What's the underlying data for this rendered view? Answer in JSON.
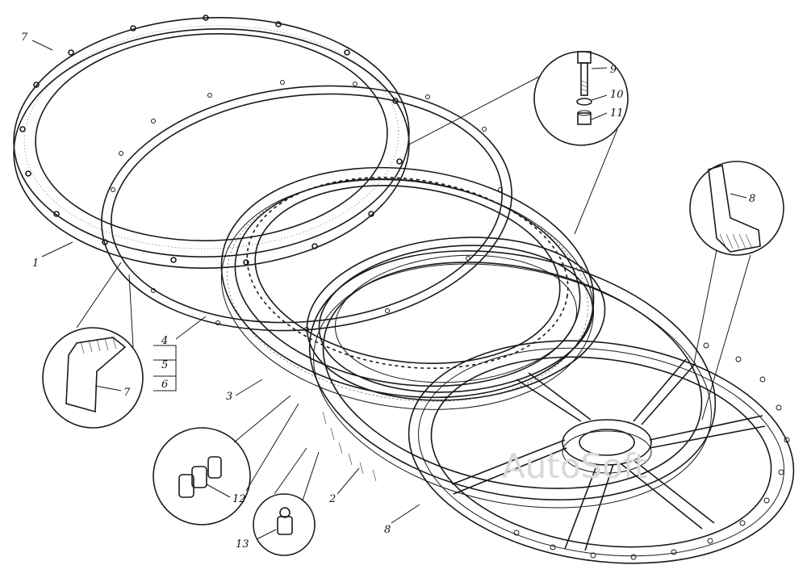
{
  "watermark": "AutoSoft",
  "labels": {
    "l1": "1",
    "l2": "2",
    "l3": "3",
    "l4": "4",
    "l5": "5",
    "l6": "6",
    "l7_top": "7",
    "l7_inset": "7",
    "l8_bottom": "8",
    "l8_inset": "8",
    "l9": "9",
    "l10": "10",
    "l11": "11",
    "l12": "12",
    "l13": "13"
  }
}
